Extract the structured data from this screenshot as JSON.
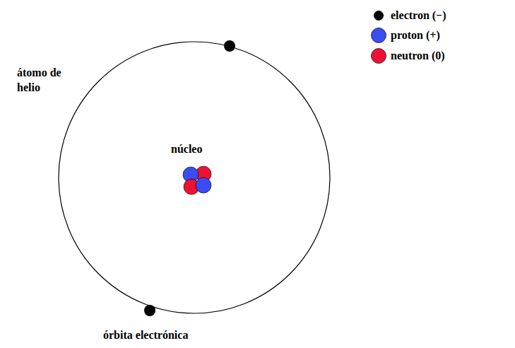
{
  "diagram": {
    "labels": [
      "átomo de helio",
      "núcleo",
      "órbita electrónica"
    ],
    "legend": [
      {
        "text": "electron (−)",
        "color": "#000000"
      },
      {
        "text": "proton (+)",
        "color": "#3a4cf2"
      },
      {
        "text": "neutron (0)",
        "color": "#ee1133"
      }
    ]
  }
}
